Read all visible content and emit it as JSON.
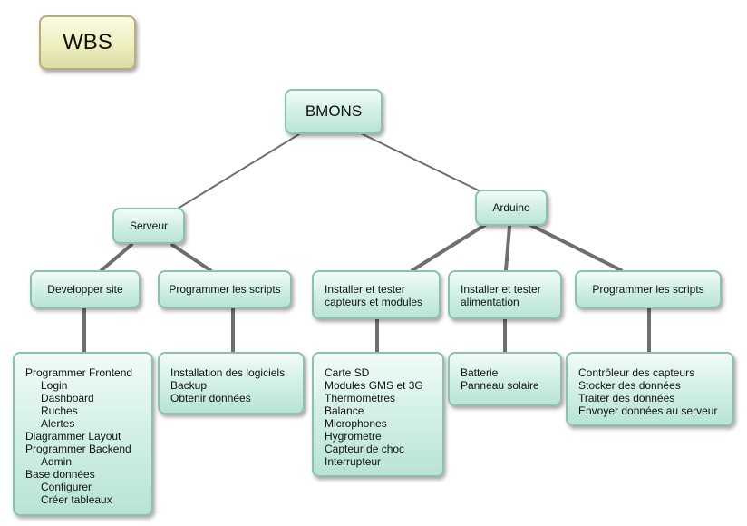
{
  "title": "WBS",
  "root": "BMONS",
  "branches": {
    "serveur": {
      "label": "Serveur",
      "tasks": {
        "developper_site": {
          "label": "Developper site",
          "items": [
            {
              "text": "Programmer Frontend",
              "level": 0
            },
            {
              "text": "Login",
              "level": 1
            },
            {
              "text": "Dashboard",
              "level": 1
            },
            {
              "text": "Ruches",
              "level": 1
            },
            {
              "text": "Alertes",
              "level": 1
            },
            {
              "text": "Diagrammer Layout",
              "level": 0
            },
            {
              "text": "Programmer Backend",
              "level": 0
            },
            {
              "text": "Admin",
              "level": 1
            },
            {
              "text": "Base données",
              "level": 0
            },
            {
              "text": "Configurer",
              "level": 1
            },
            {
              "text": "Créer tableaux",
              "level": 1
            }
          ]
        },
        "programmer_scripts": {
          "label": "Programmer les scripts",
          "items": [
            {
              "text": "Installation des logiciels",
              "level": 0
            },
            {
              "text": "Backup",
              "level": 0
            },
            {
              "text": "Obtenir données",
              "level": 0
            }
          ]
        }
      }
    },
    "arduino": {
      "label": "Arduino",
      "tasks": {
        "capteurs": {
          "label_line1": "Installer et tester",
          "label_line2": "capteurs et modules",
          "items": [
            {
              "text": "Carte SD",
              "level": 0
            },
            {
              "text": "Modules GMS et 3G",
              "level": 0
            },
            {
              "text": "Thermometres",
              "level": 0
            },
            {
              "text": "Balance",
              "level": 0
            },
            {
              "text": "Microphones",
              "level": 0
            },
            {
              "text": "Hygrometre",
              "level": 0
            },
            {
              "text": "Capteur de choc",
              "level": 0
            },
            {
              "text": "Interrupteur",
              "level": 0
            }
          ]
        },
        "alimentation": {
          "label_line1": "Installer et tester",
          "label_line2": "alimentation",
          "items": [
            {
              "text": "Batterie",
              "level": 0
            },
            {
              "text": "Panneau solaire",
              "level": 0
            }
          ]
        },
        "programmer_scripts": {
          "label": "Programmer les scripts",
          "items": [
            {
              "text": "Contrôleur des capteurs",
              "level": 0
            },
            {
              "text": "Stocker des données",
              "level": 0
            },
            {
              "text": "Traiter des données",
              "level": 0
            },
            {
              "text": "Envoyer données au serveur",
              "level": 0
            }
          ]
        }
      }
    }
  }
}
